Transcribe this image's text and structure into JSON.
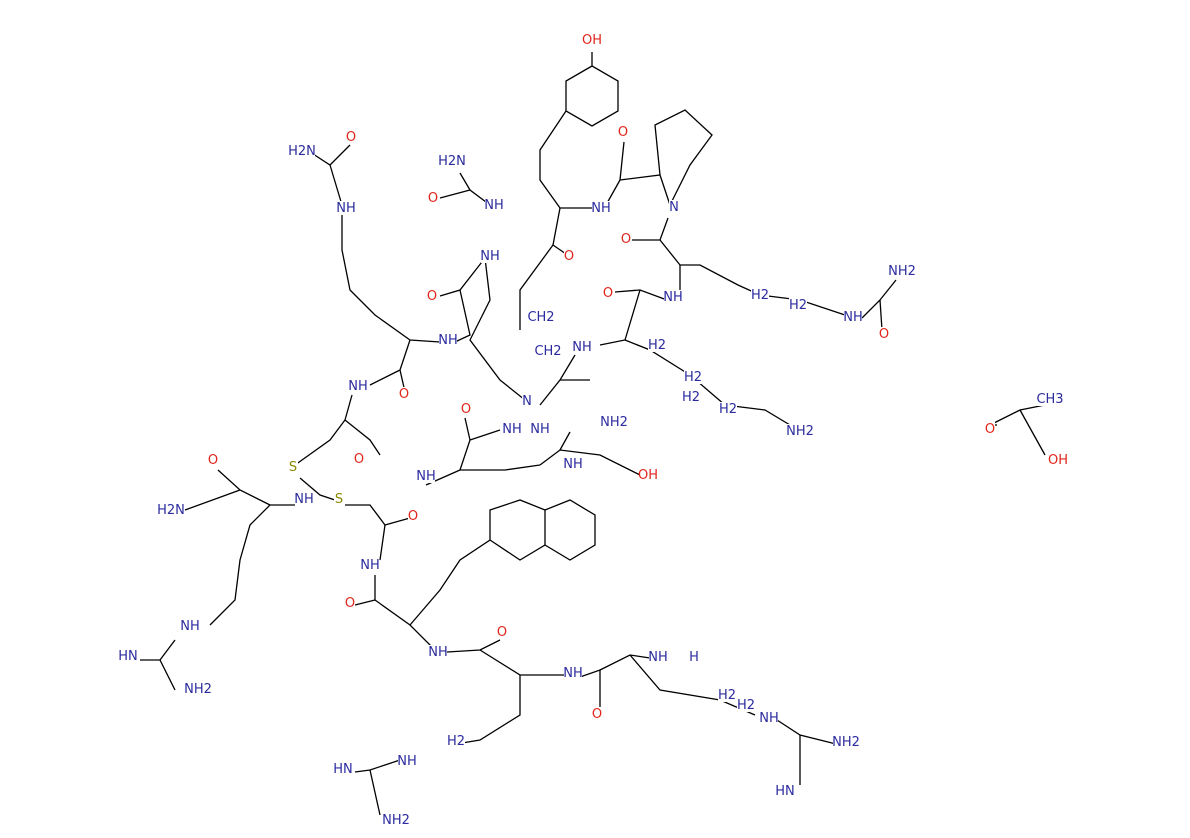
{
  "colors": {
    "bond": "#000000",
    "nitrogen": "#2b2b9e",
    "oxygen": "#e0241b",
    "sulfur": "#8a8a00",
    "carbon": "#2b2b9e"
  },
  "atom_labels": [
    {
      "text": "OH",
      "el": "O"
    },
    {
      "text": "O",
      "el": "O"
    },
    {
      "text": "H2N",
      "el": "N"
    },
    {
      "text": "O",
      "el": "O"
    },
    {
      "text": "NH",
      "el": "N"
    },
    {
      "text": "H2N",
      "el": "N"
    },
    {
      "text": "O",
      "el": "O"
    },
    {
      "text": "NH",
      "el": "N"
    },
    {
      "text": "NH",
      "el": "N"
    },
    {
      "text": "N",
      "el": "N"
    },
    {
      "text": "O",
      "el": "O"
    },
    {
      "text": "O",
      "el": "O"
    },
    {
      "text": "NH",
      "el": "N"
    },
    {
      "text": "NH2",
      "el": "N"
    },
    {
      "text": "NH",
      "el": "N"
    },
    {
      "text": "O",
      "el": "O"
    },
    {
      "text": "H2",
      "el": "N"
    },
    {
      "text": "H2",
      "el": "N"
    },
    {
      "text": "O",
      "el": "O"
    },
    {
      "text": "NH",
      "el": "N"
    },
    {
      "text": "O",
      "el": "O"
    },
    {
      "text": "NH",
      "el": "N"
    },
    {
      "text": "CH2",
      "el": "N"
    },
    {
      "text": "CH2",
      "el": "N"
    },
    {
      "text": "NH",
      "el": "N"
    },
    {
      "text": "H2",
      "el": "N"
    },
    {
      "text": "H2",
      "el": "N"
    },
    {
      "text": "NH",
      "el": "N"
    },
    {
      "text": "O",
      "el": "O"
    },
    {
      "text": "N",
      "el": "N"
    },
    {
      "text": "NH",
      "el": "N"
    },
    {
      "text": "O",
      "el": "O"
    },
    {
      "text": "NH2",
      "el": "N"
    },
    {
      "text": "NH",
      "el": "N"
    },
    {
      "text": "H2",
      "el": "N"
    },
    {
      "text": "H2",
      "el": "N"
    },
    {
      "text": "NH2",
      "el": "N"
    },
    {
      "text": "O",
      "el": "O"
    },
    {
      "text": "CH3",
      "el": "N"
    },
    {
      "text": "OH",
      "el": "O"
    },
    {
      "text": "O",
      "el": "O"
    },
    {
      "text": "O",
      "el": "O"
    },
    {
      "text": "NH",
      "el": "N"
    },
    {
      "text": "NH",
      "el": "N"
    },
    {
      "text": "OH",
      "el": "O"
    },
    {
      "text": "S",
      "el": "S"
    },
    {
      "text": "NH",
      "el": "N"
    },
    {
      "text": "S",
      "el": "S"
    },
    {
      "text": "H2N",
      "el": "N"
    },
    {
      "text": "O",
      "el": "O"
    },
    {
      "text": "NH",
      "el": "N"
    },
    {
      "text": "O",
      "el": "O"
    },
    {
      "text": "HN",
      "el": "N"
    },
    {
      "text": "NH",
      "el": "N"
    },
    {
      "text": "NH2",
      "el": "N"
    },
    {
      "text": "NH",
      "el": "N"
    },
    {
      "text": "O",
      "el": "O"
    },
    {
      "text": "NH",
      "el": "N"
    },
    {
      "text": "NH",
      "el": "N"
    },
    {
      "text": "H",
      "el": "N"
    },
    {
      "text": "O",
      "el": "O"
    },
    {
      "text": "H2",
      "el": "N"
    },
    {
      "text": "H2",
      "el": "N"
    },
    {
      "text": "NH",
      "el": "N"
    },
    {
      "text": "NH2",
      "el": "N"
    },
    {
      "text": "HN",
      "el": "N"
    },
    {
      "text": "HN",
      "el": "N"
    },
    {
      "text": "NH",
      "el": "N"
    },
    {
      "text": "H2",
      "el": "N"
    },
    {
      "text": "NH2",
      "el": "N"
    }
  ]
}
